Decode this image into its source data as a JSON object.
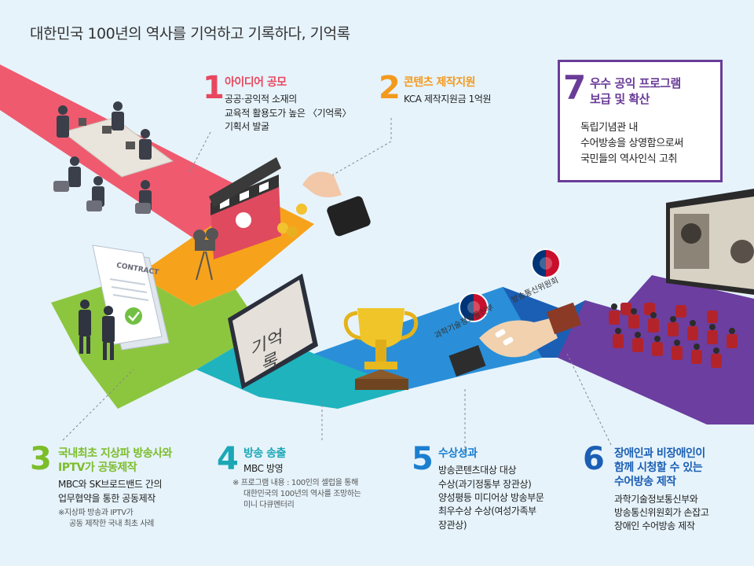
{
  "title": "대한민국 100년의 역사를 기억하고 기록하다, 기억록",
  "colors": {
    "step1": "#e8475e",
    "step2": "#f39a1e",
    "step3": "#7cbd2a",
    "step4": "#1ba7b5",
    "step5": "#1b7fd0",
    "step6": "#1b5fb4",
    "step7": "#6a3c98"
  },
  "steps": [
    {
      "num": "1",
      "head": "아이디어 공모",
      "body": [
        "공공·공익적 소재의",
        "교육적 활용도가 높은 〈기억록〉",
        "기획서 발굴"
      ]
    },
    {
      "num": "2",
      "head": "콘텐츠 제작지원",
      "body": [
        "KCA 제작지원금 1억원"
      ]
    },
    {
      "num": "3",
      "head": [
        "국내최초 지상파 방송사와",
        "IPTV가 공동제작"
      ],
      "body": [
        "MBC와 SK브로드밴드 간의",
        "업무협약을 통한 공동제작"
      ],
      "note": [
        "※지상파 방송과 IPTV가",
        "공동 제작한 국내 최초 사례"
      ]
    },
    {
      "num": "4",
      "head": "방송 송출",
      "body": [
        "MBC 방영"
      ],
      "note": [
        "※ 프로그램 내용 : 100인의 셀럽을 통해",
        "대한민국의 100년의 역사를 조망하는",
        "미니 다큐멘터리"
      ]
    },
    {
      "num": "5",
      "head": "수상성과",
      "body": [
        "방송콘텐츠대상 대상",
        "수상(과기정통부 장관상)",
        "양성평등 미디어상 방송부문",
        "최우수상 수상(여성가족부",
        "장관상)"
      ]
    },
    {
      "num": "6",
      "head": [
        "장애인과 비장애인이",
        "함께 시청할 수 있는",
        "수어방송 제작"
      ],
      "body": [
        "과학기술정보통신부와",
        "방송통신위원회가 손잡고",
        "장애인 수어방송 제작"
      ]
    },
    {
      "num": "7",
      "head": [
        "우수 공익 프로그램",
        "보급 및 확산"
      ],
      "body": [
        "독립기념관 내",
        "수어방송을 상영함으로써",
        "국민들의 역사인식 고취"
      ]
    }
  ],
  "illustration": {
    "contract_label": "CONTRACT",
    "tv_title": [
      "기억",
      "록"
    ],
    "ministries": [
      "과학기술정보통신부",
      "방송통신위원회"
    ]
  }
}
